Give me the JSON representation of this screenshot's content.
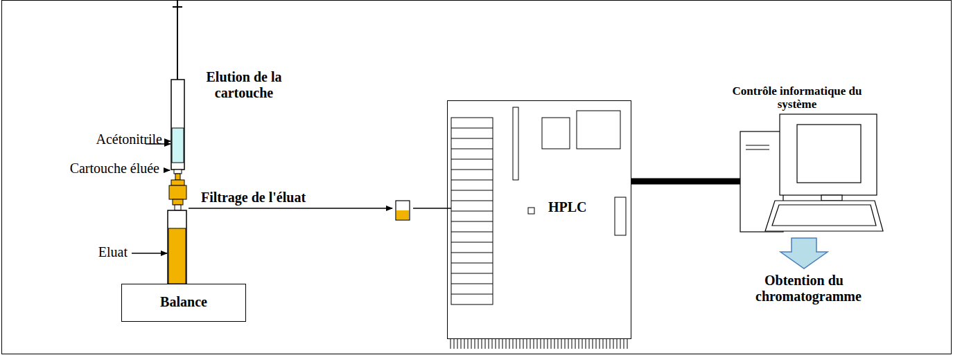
{
  "diagram": {
    "nodes": [
      {
        "text": [
          "Balance"
        ]
      },
      {
        "text": [
          "HPLC"
        ]
      },
      {
        "text": [
          "Contrôle informatique du système"
        ]
      }
    ],
    "edges": [
      {
        "from": 1,
        "to": 2,
        "arrow": "none"
      }
    ],
    "labels": [
      "Elution de la cartouche",
      "Acétonitrile",
      "Cartouche éluée",
      "Eluat",
      "Filtrage de l'éluat",
      "Obtention du chromatogramme"
    ]
  }
}
